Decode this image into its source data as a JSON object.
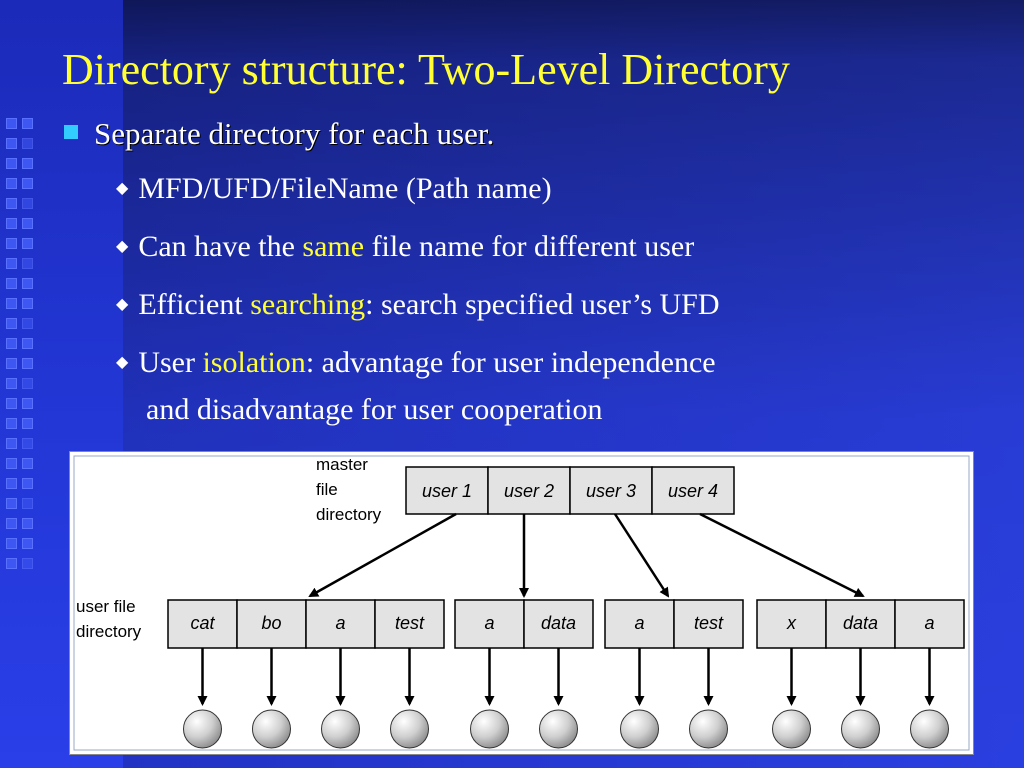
{
  "slide": {
    "title": "Directory structure: Two-Level Directory",
    "main_bullet": "Separate directory for each user.",
    "sub_bullets": [
      {
        "pre": "MFD/UFD/FileName (Path name)",
        "hl": "",
        "post": ""
      },
      {
        "pre": "Can have the ",
        "hl": "same",
        "post": " file name for different user"
      },
      {
        "pre": "Efficient ",
        "hl": "searching",
        "post": ": search specified user’s UFD"
      },
      {
        "pre": "User ",
        "hl": "isolation",
        "post": ": advantage for user independence"
      }
    ],
    "sub_bullet_continuation": "and disadvantage for user cooperation"
  },
  "colors": {
    "title": "#ffff33",
    "highlight": "#ffff33",
    "main_marker": "#33ccff",
    "background": "#2a3fe0"
  },
  "diagram": {
    "mfd_label": [
      "master",
      "file",
      "directory"
    ],
    "ufd_label": [
      "user  file",
      "directory"
    ],
    "mfd_entries": [
      "user 1",
      "user 2",
      "user 3",
      "user 4"
    ],
    "ufd_groups": [
      [
        "cat",
        "bo",
        "a",
        "test"
      ],
      [
        "a",
        "data"
      ],
      [
        "a",
        "test"
      ],
      [
        "x",
        "data",
        "a"
      ]
    ]
  }
}
